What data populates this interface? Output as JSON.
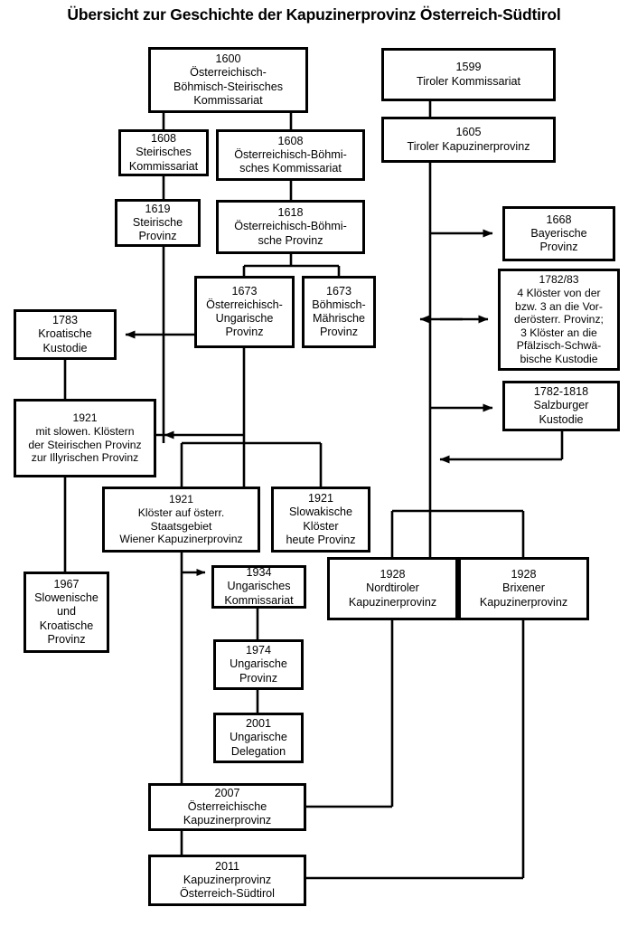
{
  "title": "Übersicht zur Geschichte der Kapuzinerprovinz Österreich-Südtirol",
  "diagram": {
    "type": "flowchart",
    "orientation": "top-down",
    "nodes": [
      {
        "id": "n1600",
        "lines": [
          "1600",
          "Österreichisch-",
          "Böhmisch-Steirisches",
          "Kommissariat"
        ]
      },
      {
        "id": "n1599",
        "lines": [
          "1599",
          "Tiroler Kommissariat"
        ]
      },
      {
        "id": "n1605",
        "lines": [
          "1605",
          "Tiroler Kapuzinerprovinz"
        ]
      },
      {
        "id": "n1608steir",
        "lines": [
          "1608",
          "Steirisches",
          "Kommissariat"
        ]
      },
      {
        "id": "n1608oebo",
        "lines": [
          "1608",
          "Österreichisch-Böhmi-",
          "sches Kommissariat"
        ]
      },
      {
        "id": "n1619",
        "lines": [
          "1619",
          "Steirische",
          "Provinz"
        ]
      },
      {
        "id": "n1618",
        "lines": [
          "1618",
          "Österreichisch-Böhmi-",
          "sche Provinz"
        ]
      },
      {
        "id": "n1668",
        "lines": [
          "1668",
          "Bayerische",
          "Provinz"
        ]
      },
      {
        "id": "n1673ou",
        "lines": [
          "1673",
          "Österreichisch-",
          "Ungarische",
          "Provinz"
        ]
      },
      {
        "id": "n1673bm",
        "lines": [
          "1673",
          "Böhmisch-",
          "Mährische",
          "Provinz"
        ]
      },
      {
        "id": "n178283",
        "lines": [
          "1782/83",
          "4 Klöster von der",
          "bzw. 3 an die Vor-",
          "derösterr. Provinz;",
          "3 Klöster an die",
          "Pfälzisch-Schwä-",
          "bische Kustodie"
        ]
      },
      {
        "id": "n1783",
        "lines": [
          "1783",
          "Kroatische",
          "Kustodie"
        ]
      },
      {
        "id": "n17821818",
        "lines": [
          "1782-1818",
          "Salzburger",
          "Kustodie"
        ]
      },
      {
        "id": "n1921illyr",
        "lines": [
          "1921",
          "mit slowen. Klöstern",
          "der Steirischen Provinz",
          "zur Illyrischen Provinz"
        ]
      },
      {
        "id": "n1921wien",
        "lines": [
          "1921",
          "Klöster auf österr.",
          "Staatsgebiet",
          "Wiener Kapuzinerprovinz"
        ]
      },
      {
        "id": "n1921slow",
        "lines": [
          "1921",
          "Slowakische",
          "Klöster",
          "heute Provinz"
        ]
      },
      {
        "id": "n1928nord",
        "lines": [
          "1928",
          "Nordtiroler",
          "Kapuzinerprovinz"
        ]
      },
      {
        "id": "n1928brix",
        "lines": [
          "1928",
          "Brixener",
          "Kapuzinerprovinz"
        ]
      },
      {
        "id": "n1934",
        "lines": [
          "1934",
          "Ungarisches",
          "Kommissariat"
        ]
      },
      {
        "id": "n1967",
        "lines": [
          "1967",
          "Slowenische",
          "und",
          "Kroatische",
          "Provinz"
        ]
      },
      {
        "id": "n1974",
        "lines": [
          "1974",
          "Ungarische",
          "Provinz"
        ]
      },
      {
        "id": "n2001",
        "lines": [
          "2001",
          "Ungarische",
          "Delegation"
        ]
      },
      {
        "id": "n2007",
        "lines": [
          "2007",
          "Österreichische",
          "Kapuzinerprovinz"
        ]
      },
      {
        "id": "n2011",
        "lines": [
          "2011",
          "Kapuzinerprovinz",
          "Österreich-Südtirol"
        ]
      }
    ],
    "edges": [
      {
        "from": "n1600",
        "to": "n1608steir",
        "arrow": false
      },
      {
        "from": "n1600",
        "to": "n1608oebo",
        "arrow": false
      },
      {
        "from": "n1608steir",
        "to": "n1619",
        "arrow": false
      },
      {
        "from": "n1608oebo",
        "to": "n1618",
        "arrow": false
      },
      {
        "from": "n1618",
        "to": "n1673ou",
        "arrow": false
      },
      {
        "from": "n1618",
        "to": "n1673bm",
        "arrow": false
      },
      {
        "from": "n1599",
        "to": "n1605",
        "arrow": false
      },
      {
        "from": "n1605",
        "to": "n1668",
        "arrow": true
      },
      {
        "from": "n1605",
        "to": "n178283",
        "arrow": "both"
      },
      {
        "from": "n1605",
        "to": "n17821818",
        "arrow": true
      },
      {
        "from": "n17821818",
        "to": "n1605",
        "arrow": true
      },
      {
        "from": "n1673ou",
        "to": "n1783",
        "arrow": true
      },
      {
        "from": "n1783",
        "to": "n1921illyr",
        "arrow": false
      },
      {
        "from": "n1673ou",
        "to": "n1921illyr",
        "arrow": true
      },
      {
        "from": "n1619",
        "to": "n1921illyr",
        "arrow": true
      },
      {
        "from": "n1673ou",
        "to": "n1921wien",
        "arrow": false
      },
      {
        "from": "n1673ou",
        "to": "n1921slow",
        "arrow": false
      },
      {
        "from": "n1921illyr",
        "to": "n1967",
        "arrow": false
      },
      {
        "from": "n1921wien",
        "to": "n1934",
        "arrow": true
      },
      {
        "from": "n1934",
        "to": "n1974",
        "arrow": false
      },
      {
        "from": "n1974",
        "to": "n2001",
        "arrow": false
      },
      {
        "from": "n1605",
        "to": "n1928nord",
        "arrow": false
      },
      {
        "from": "n1605",
        "to": "n1928brix",
        "arrow": false
      },
      {
        "from": "n1921wien",
        "to": "n2007",
        "arrow": false
      },
      {
        "from": "n1928nord",
        "to": "n2007",
        "arrow": false
      },
      {
        "from": "n2007",
        "to": "n2011",
        "arrow": false
      },
      {
        "from": "n1928brix",
        "to": "n2011",
        "arrow": false
      }
    ]
  }
}
